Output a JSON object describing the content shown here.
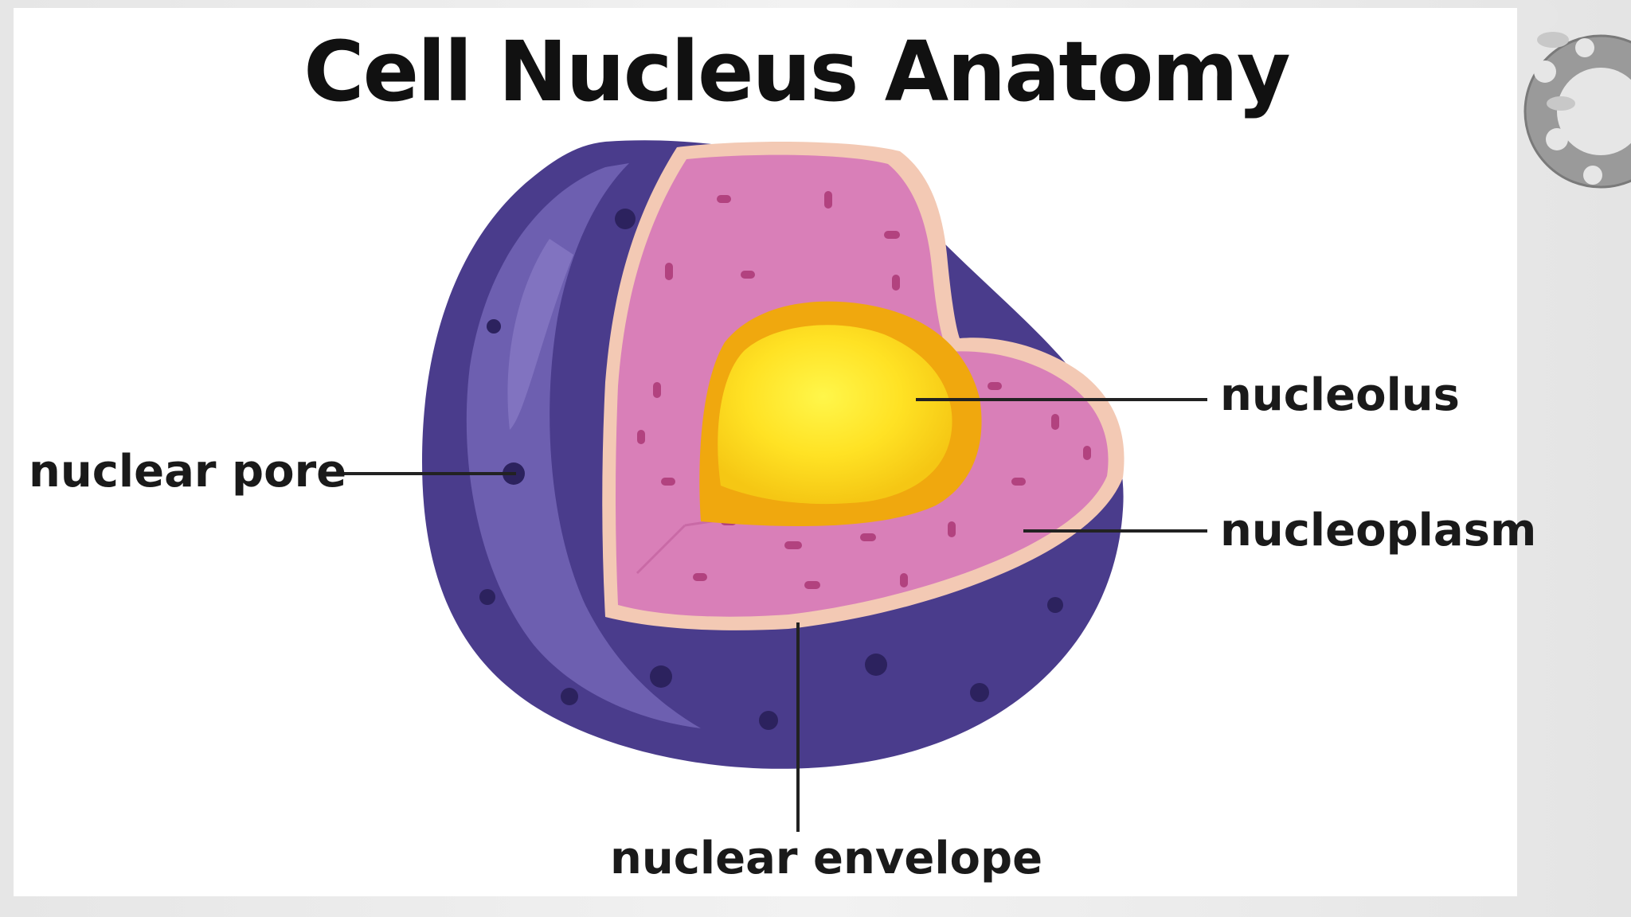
{
  "title": "Cell Nucleus Anatomy",
  "labels": {
    "nuclear_pore": "nuclear pore",
    "nucleolus": "nucleolus",
    "nucleoplasm": "nucleoplasm",
    "nuclear_envelope": "nuclear envelope"
  },
  "colors": {
    "outer_envelope": "#4a3c8c",
    "envelope_highlight": "#6d5fb0",
    "nucleoplasm": "#d97fb8",
    "nucleoplasm_rim": "#f3c9b4",
    "nucleolus_outer": "#f0a80e",
    "nucleolus_inner": "#fff13a",
    "leader_line": "#222222"
  }
}
